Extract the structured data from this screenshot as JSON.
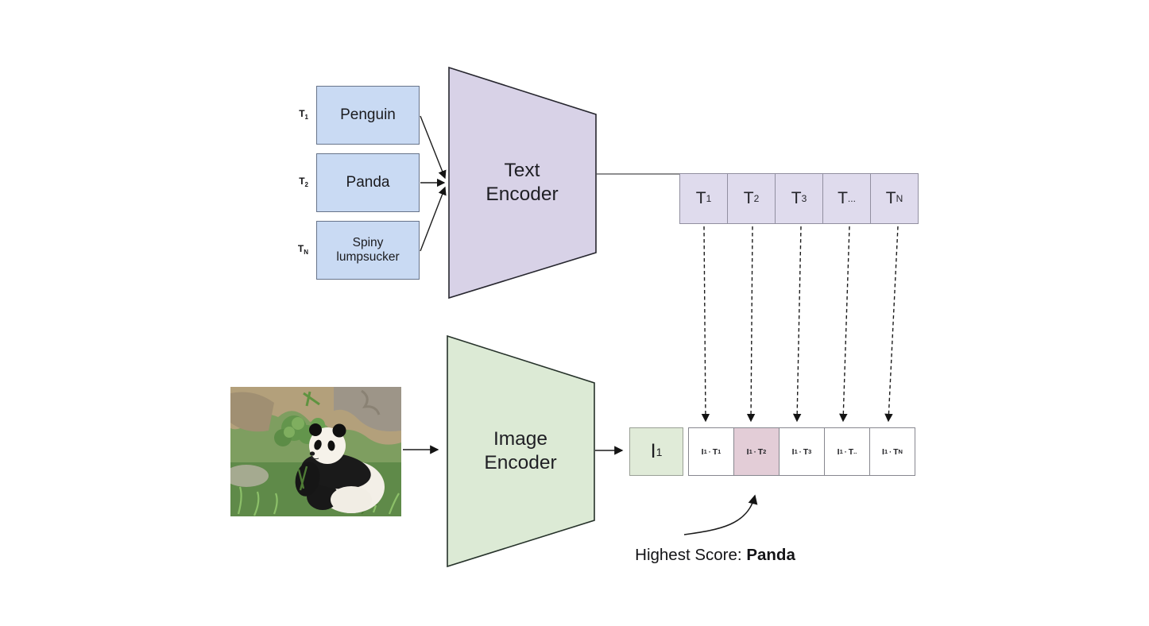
{
  "colors": {
    "prompt_box_fill": "#c9daf3",
    "prompt_box_border": "#67748a",
    "text_encoder_fill": "#d8d2e7",
    "image_encoder_fill": "#dcead5",
    "encoder_stroke": "#26262e",
    "text_embedding_fill": "#dfdbed",
    "image_embedding_fill": "#e0ebd8",
    "product_fill": "#ffffff",
    "highlight_product_fill": "#e3cdd7",
    "arrow_color": "#1c1c1c"
  },
  "prompts": [
    {
      "tag_base": "T",
      "tag_sub": "1",
      "label": "Penguin"
    },
    {
      "tag_base": "T",
      "tag_sub": "2",
      "label": "Panda"
    },
    {
      "tag_base": "T",
      "tag_sub": "N",
      "label": "Spiny lumpsucker"
    }
  ],
  "text_encoder": {
    "label": "Text Encoder"
  },
  "image_encoder": {
    "label": "Image Encoder"
  },
  "text_embeddings": [
    {
      "base": "T",
      "sub": "1"
    },
    {
      "base": "T",
      "sub": "2"
    },
    {
      "base": "T",
      "sub": "3"
    },
    {
      "base": "T",
      "sub": "..."
    },
    {
      "base": "T",
      "sub": "N"
    }
  ],
  "image_embedding": {
    "base": "I",
    "sub": "1"
  },
  "operator_dot": "·",
  "products": [
    {
      "i_base": "I",
      "i_sub": "1",
      "t_base": "T",
      "t_sub": "1",
      "highlighted": false
    },
    {
      "i_base": "I",
      "i_sub": "1",
      "t_base": "T",
      "t_sub": "2",
      "highlighted": true
    },
    {
      "i_base": "I",
      "i_sub": "1",
      "t_base": "T",
      "t_sub": "3",
      "highlighted": false
    },
    {
      "i_base": "I",
      "i_sub": "1",
      "t_base": "T",
      "t_sub": "..",
      "highlighted": false
    },
    {
      "i_base": "I",
      "i_sub": "1",
      "t_base": "T",
      "t_sub": "N",
      "highlighted": false
    }
  ],
  "result": {
    "prefix": "Highest Score:",
    "value": "Panda"
  },
  "photo": {
    "semantic": "panda-photo"
  }
}
